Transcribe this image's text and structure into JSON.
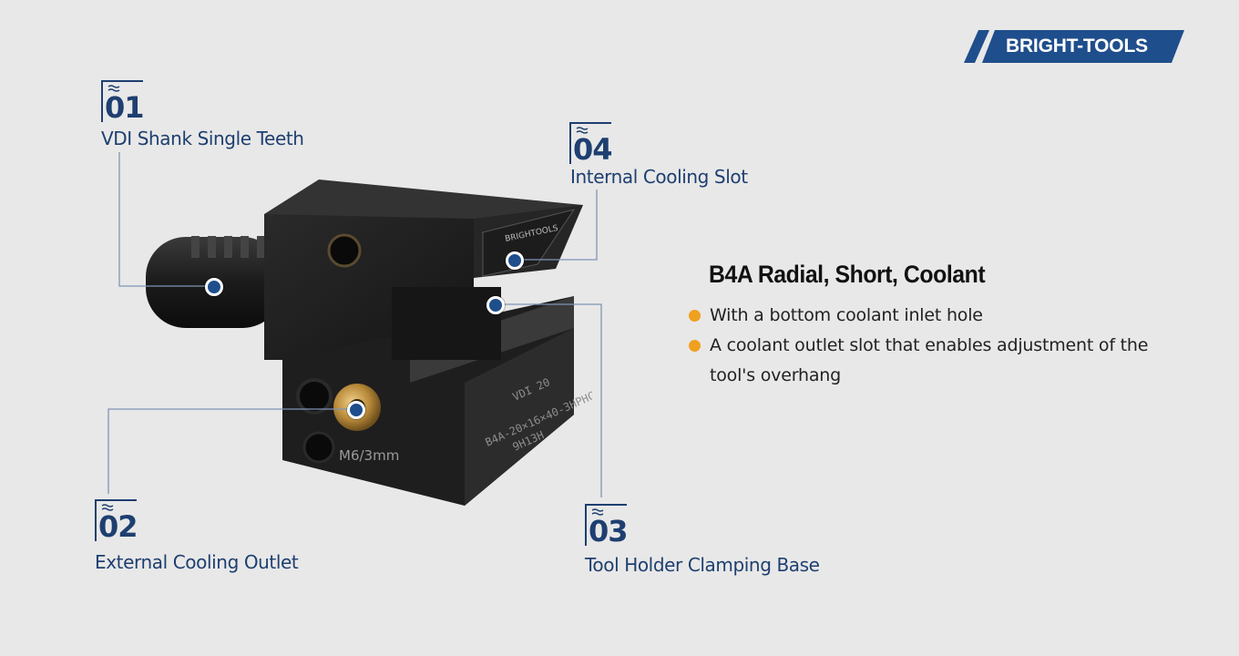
{
  "brand": {
    "logo_text": "BRIGHT-TOOLS",
    "engraving": "BRIGHTOOLS",
    "colors": {
      "navy": "#1e3f70",
      "logo_blue": "#1f4e8c",
      "bullet_orange": "#f0a020"
    }
  },
  "callouts": [
    {
      "number": "01",
      "label": "VDI Shank Single Teeth"
    },
    {
      "number": "02",
      "label": "External Cooling Outlet"
    },
    {
      "number": "03",
      "label": "Tool Holder Clamping Base"
    },
    {
      "number": "04",
      "label": "Internal Cooling Slot"
    }
  ],
  "product_markings": {
    "thread": "M6/3mm",
    "line1": "VDI 20",
    "line2": "B4A-20×16×40-3HPHC",
    "line3": "9H13H"
  },
  "spec": {
    "title": "B4A Radial, Short, Coolant",
    "bullets": [
      "With a bottom coolant inlet hole",
      "A coolant outlet slot that enables adjustment of the tool's overhang"
    ]
  }
}
